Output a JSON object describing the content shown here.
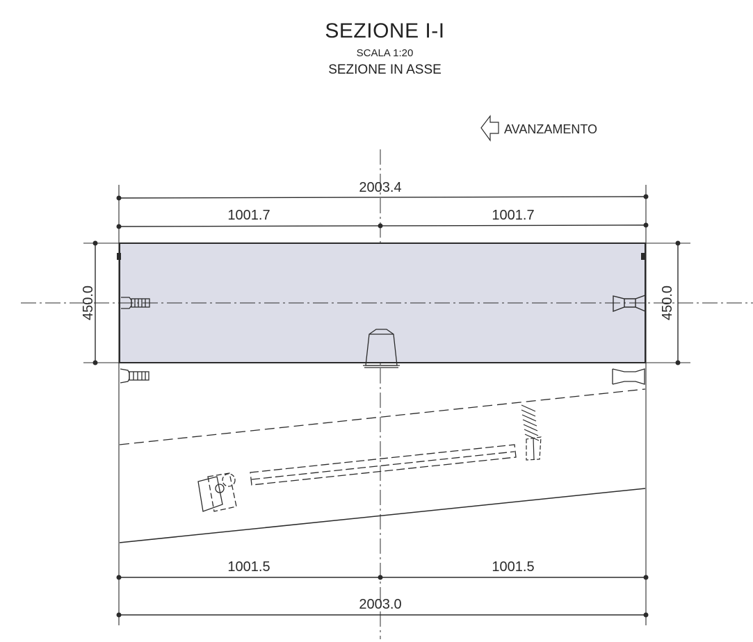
{
  "header": {
    "title": "SEZIONE I-I",
    "scale": "SCALA 1:20",
    "subtitle": "SEZIONE IN ASSE"
  },
  "direction_label": "AVANZAMENTO",
  "dimensions": {
    "top_total": "2003.4",
    "top_left": "1001.7",
    "top_right": "1001.7",
    "height_left": "450.0",
    "height_right": "450.0",
    "bottom_left": "1001.5",
    "bottom_right": "1001.5",
    "bottom_total": "2003.0"
  },
  "colors": {
    "line": "#2b2b2b",
    "section_fill": "#dcdde8",
    "paper": "#ffffff"
  }
}
